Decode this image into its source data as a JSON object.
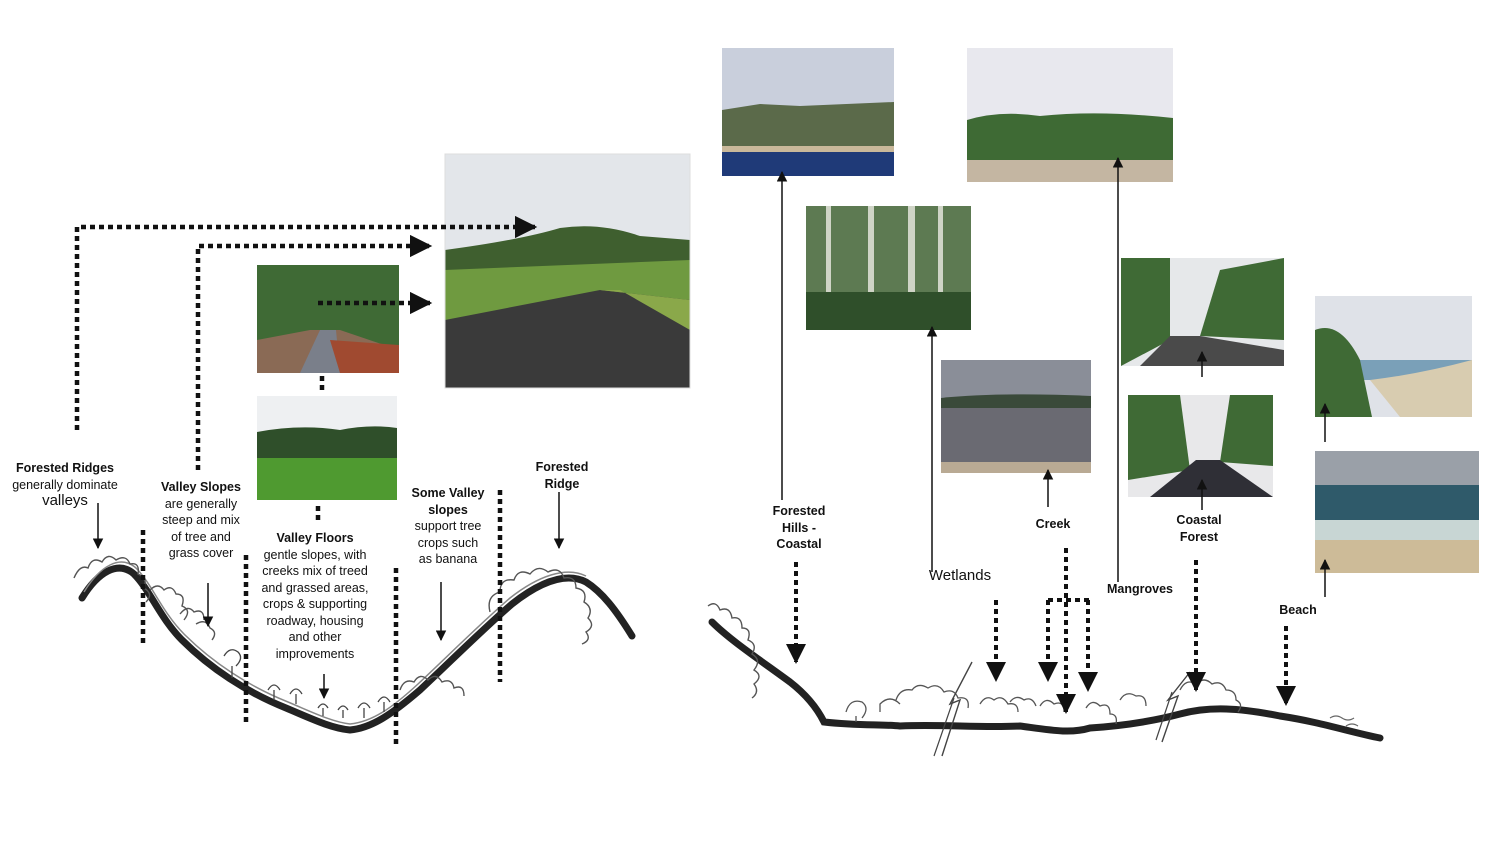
{
  "left_panel": {
    "forested_ridges": {
      "title": "Forested Ridges",
      "line1": "generally dominate",
      "line2": "valleys"
    },
    "valley_slopes": {
      "title": "Valley Slopes",
      "lines": [
        "are generally",
        "steep and mix",
        "of tree and",
        "grass cover"
      ]
    },
    "valley_floors": {
      "title": "Valley Floors",
      "lines": [
        "gentle slopes, with",
        "creeks mix of treed",
        "and grassed areas,",
        "crops & supporting",
        "roadway, housing",
        "and other",
        "improvements"
      ]
    },
    "some_valley_slopes": {
      "title_line1": "Some Valley",
      "title_line2": "slopes",
      "lines": [
        "support tree",
        "crops such",
        "as banana"
      ]
    },
    "forested_ridge": {
      "title_line1": "Forested",
      "title_line2": "Ridge"
    }
  },
  "right_panel": {
    "forested_hills": {
      "lines": [
        "Forested",
        "Hills -",
        "Coastal"
      ]
    },
    "wetlands": "Wetlands",
    "creek": "Creek",
    "mangroves": "Mangroves",
    "coastal_forest": {
      "lines": [
        "Coastal",
        "Forest"
      ]
    },
    "beach": "Beach"
  },
  "photos": [
    "road-valley-landscape-photo",
    "bush-road-photo",
    "green-pasture-photo",
    "forested-hills-coast-photo",
    "mangrove-estuary-photo",
    "eucalypt-forest-photo",
    "creek-wetland-photo",
    "coastal-forest-road-photo",
    "coastal-road-photo",
    "pandanus-beach-photo",
    "surf-beach-photo"
  ],
  "colors": {
    "ink": "#111111",
    "ground": "#333333",
    "sky": "#dfe3e8",
    "grass": "#5f8a3c",
    "forest": "#3f5f2f",
    "road": "#3a3a3a",
    "water": "#2b4a7a"
  }
}
